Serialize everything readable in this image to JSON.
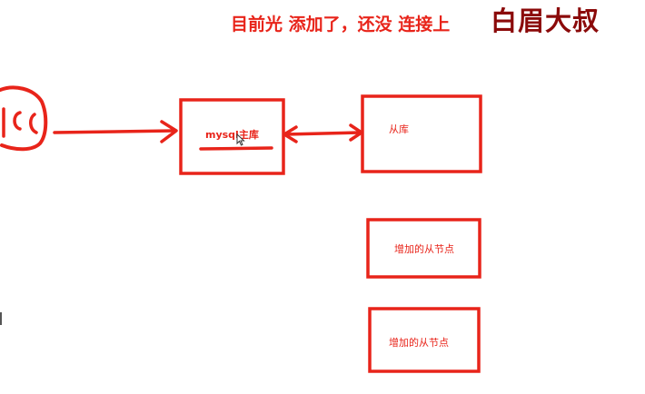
{
  "title": "目前光 添加了，还没 连接上",
  "brand": "白眉大叔",
  "nodes": {
    "master": "mysql主库",
    "slave": "从库",
    "new_slave_1": "增加的从节点",
    "new_slave_2": "增加的从节点"
  },
  "client_label": "",
  "colors": {
    "accent": "#e8241a",
    "brand": "#8b0a0a",
    "background": "#ffffff"
  },
  "icons": {
    "pointer": "mouse-cursor-icon"
  }
}
